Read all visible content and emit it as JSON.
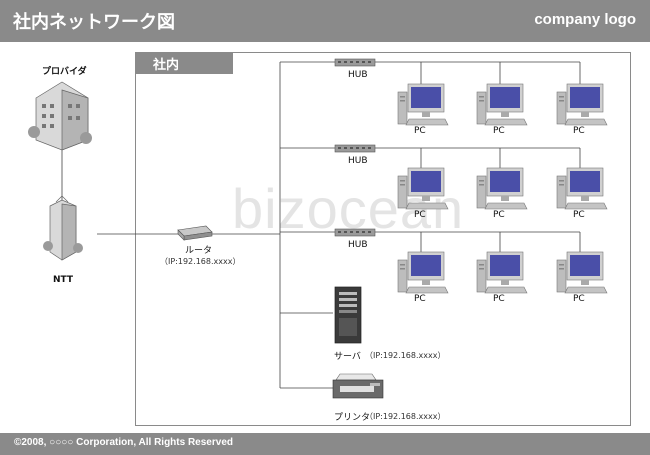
{
  "header": {
    "title": "社内ネットワーク図",
    "logo": "company logo"
  },
  "lan": {
    "label": "社内"
  },
  "provider": {
    "label": "プロバイダ"
  },
  "ntt": {
    "label": "NTT"
  },
  "router": {
    "label": "ルータ",
    "ip": "（IP:192.168.xxxx）"
  },
  "hubs": [
    {
      "label": "HUB"
    },
    {
      "label": "HUB"
    },
    {
      "label": "HUB"
    }
  ],
  "pc_label": "PC",
  "server": {
    "label": "サーバ",
    "ip": "（IP:192.168.xxxx）"
  },
  "printer": {
    "label": "プリンタ",
    "ip": "（IP:192.168.xxxx）"
  },
  "watermark": "bizocean",
  "footer": {
    "copyright": "©2008, ○○○○ Corporation, All Rights Reserved"
  },
  "colors": {
    "bar": "#8a8a8a",
    "monitor": "#4a4fa8"
  }
}
